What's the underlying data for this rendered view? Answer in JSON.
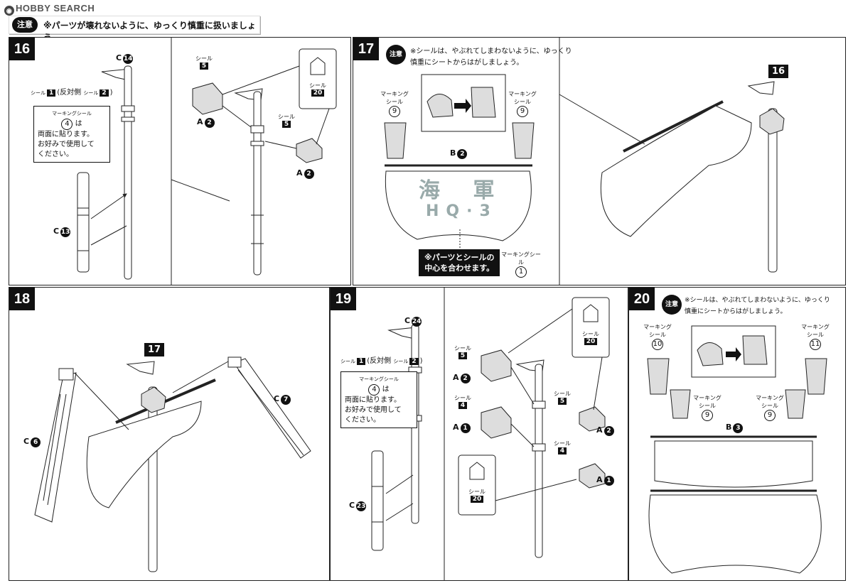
{
  "watermark": "HOBBY SEARCH",
  "top_note": {
    "badge": "注意",
    "text": "※パーツが壊れないように、ゆっくり慎重に扱いましょう。"
  },
  "steps": {
    "s16": {
      "number": "16",
      "labels": {
        "c14": "C",
        "c14n": "14",
        "c13": "C",
        "c13n": "13",
        "a2a": "A",
        "a2an": "2",
        "a2b": "A",
        "a2bn": "2"
      },
      "sticker_row": {
        "label_left": "シール",
        "n1": "1",
        "middle": "(反対側",
        "label_right": "シール",
        "n2": "2",
        "close": ")"
      },
      "marking_box": {
        "title": "マーキングシール",
        "num": "4",
        "line1": "は",
        "line2": "両面に貼ります。",
        "line3": "お好みで使用して",
        "line4": "ください。"
      },
      "seal5a": {
        "label": "シール",
        "num": "5"
      },
      "seal5b": {
        "label": "シール",
        "num": "5"
      },
      "seal20": {
        "label": "シール",
        "num": "20"
      }
    },
    "s17": {
      "number": "17",
      "note_badge": "注意",
      "note_line1": "※シールは、やぶれてしまわないように、ゆっくり",
      "note_line2": "慎重にシートからはがしましょう。",
      "mark_left": {
        "label": "マーキングシール",
        "num": "9"
      },
      "mark_right": {
        "label": "マーキングシール",
        "num": "9"
      },
      "b2": "B",
      "b2n": "2",
      "sail_line1": "海  軍",
      "sail_line2": "HQ·3",
      "center_note_line1": "※パーツとシールの",
      "center_note_line2": "中心を合わせます。",
      "mark_bottom": {
        "label": "マーキングシール",
        "num": "1"
      },
      "ref": "16"
    },
    "s18": {
      "number": "18",
      "ref": "17",
      "c6": "C",
      "c6n": "6",
      "c7": "C",
      "c7n": "7"
    },
    "s19": {
      "number": "19",
      "labels": {
        "c24": "C",
        "c24n": "24",
        "c23": "C",
        "c23n": "23",
        "a2l": "A",
        "a2ln": "2",
        "a1l": "A",
        "a1ln": "1",
        "a2r": "A",
        "a2rn": "2",
        "a1r": "A",
        "a1rn": "1"
      },
      "sticker_row": {
        "label_left": "シール",
        "n1": "1",
        "middle": "(反対側",
        "label_right": "シール",
        "n2": "2",
        "close": ")"
      },
      "marking_box": {
        "title": "マーキングシール",
        "num": "4",
        "line1": "は",
        "line2": "両面に貼ります。",
        "line3": "お好みで使用して",
        "line4": "ください。"
      },
      "seal5l": {
        "label": "シール",
        "num": "5"
      },
      "seal4l": {
        "label": "シール",
        "num": "4"
      },
      "seal5r": {
        "label": "シール",
        "num": "5"
      },
      "seal4r": {
        "label": "シール",
        "num": "4"
      },
      "seal20t": {
        "label": "シール",
        "num": "20"
      },
      "seal20b": {
        "label": "シール",
        "num": "20"
      }
    },
    "s20": {
      "number": "20",
      "note_badge": "注意",
      "note_line1": "※シールは、やぶれてしまわないように、ゆっくり",
      "note_line2": "慎重にシートからはがしましょう。",
      "m10": {
        "label": "マーキングシール",
        "num": "10"
      },
      "m11": {
        "label": "マーキングシール",
        "num": "11"
      },
      "m9a": {
        "label": "マーキングシール",
        "num": "9"
      },
      "m9b": {
        "label": "マーキングシール",
        "num": "9"
      },
      "b3": "B",
      "b3n": "3"
    }
  }
}
